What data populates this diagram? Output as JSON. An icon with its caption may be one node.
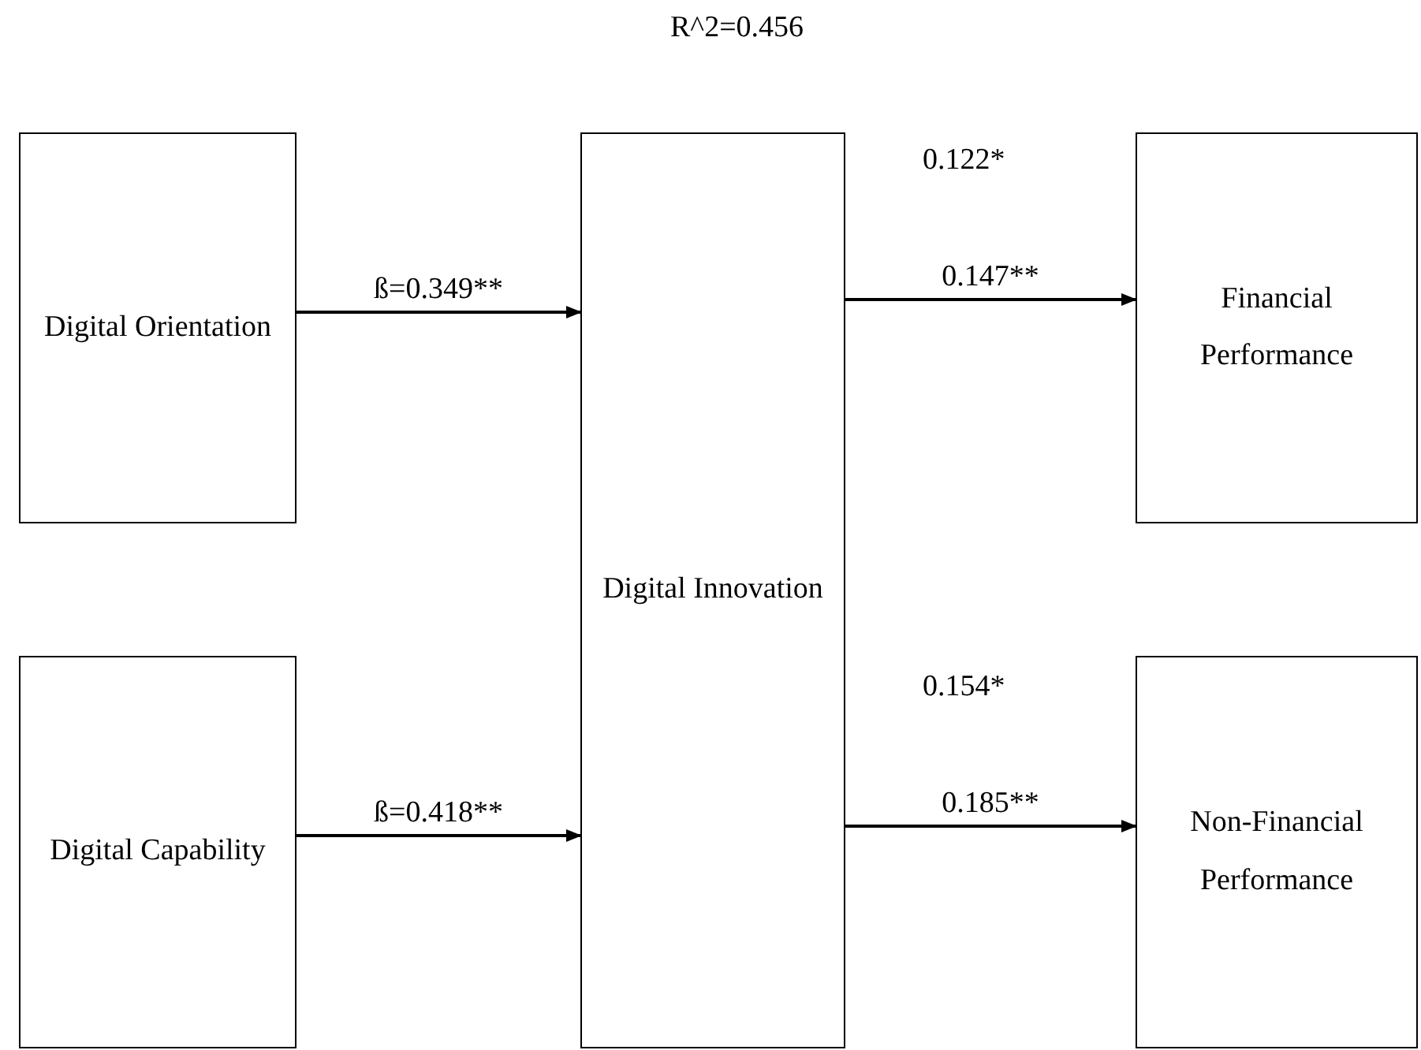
{
  "diagram": {
    "nodes": [
      {
        "text": [
          "Digital Orientation"
        ]
      },
      {
        "text": [
          "Digital Capability"
        ]
      },
      {
        "text": [
          "Digital Innovation"
        ]
      },
      {
        "text": [
          "Financial Performance"
        ]
      },
      {
        "text": [
          "Non-Financial Performance"
        ]
      }
    ],
    "edges": [
      {
        "from": 0,
        "to": 2,
        "arrow": "to",
        "label": "ß=0.349**"
      },
      {
        "from": 1,
        "to": 2,
        "arrow": "to",
        "label": "ß=0.418**"
      },
      {
        "from": 2,
        "to": 3,
        "arrow": "to",
        "label": "0.147**"
      },
      {
        "from": 2,
        "to": 4,
        "arrow": "to",
        "label": "0.185**"
      }
    ],
    "labels": [
      "R^2=0.456",
      "0.122*",
      "0.154*"
    ]
  }
}
